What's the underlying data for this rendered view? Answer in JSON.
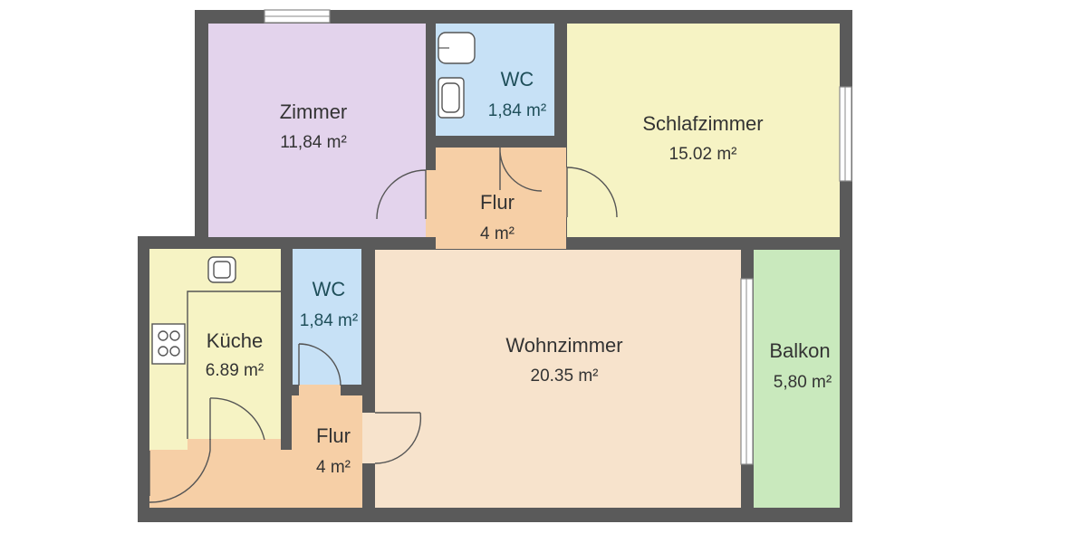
{
  "colors": {
    "wall": "#5a5a5a",
    "zimmer": "#e3d3ec",
    "wc": "#c7e1f6",
    "schlafzimmer": "#f6f3c4",
    "flur": "#f6cfa6",
    "kueche": "#f6f3c4",
    "wohnzimmer": "#f7e3cc",
    "balkon": "#c9e9bd"
  },
  "rooms": {
    "zimmer": {
      "name": "Zimmer",
      "area": "11,84 m²"
    },
    "wc_top": {
      "name": "WC",
      "area": "1,84 m²"
    },
    "schlafzimmer": {
      "name": "Schlafzimmer",
      "area": "15.02 m²"
    },
    "flur_top": {
      "name": "Flur",
      "area": "4 m²"
    },
    "kueche": {
      "name": "Küche",
      "area": "6.89 m²"
    },
    "wc_bottom": {
      "name": "WC",
      "area": "1,84 m²"
    },
    "wohnzimmer": {
      "name": "Wohnzimmer",
      "area": "20.35 m²"
    },
    "balkon": {
      "name": "Balkon",
      "area": "5,80 m²"
    },
    "flur_bottom": {
      "name": "Flur",
      "area": "4 m²"
    }
  }
}
